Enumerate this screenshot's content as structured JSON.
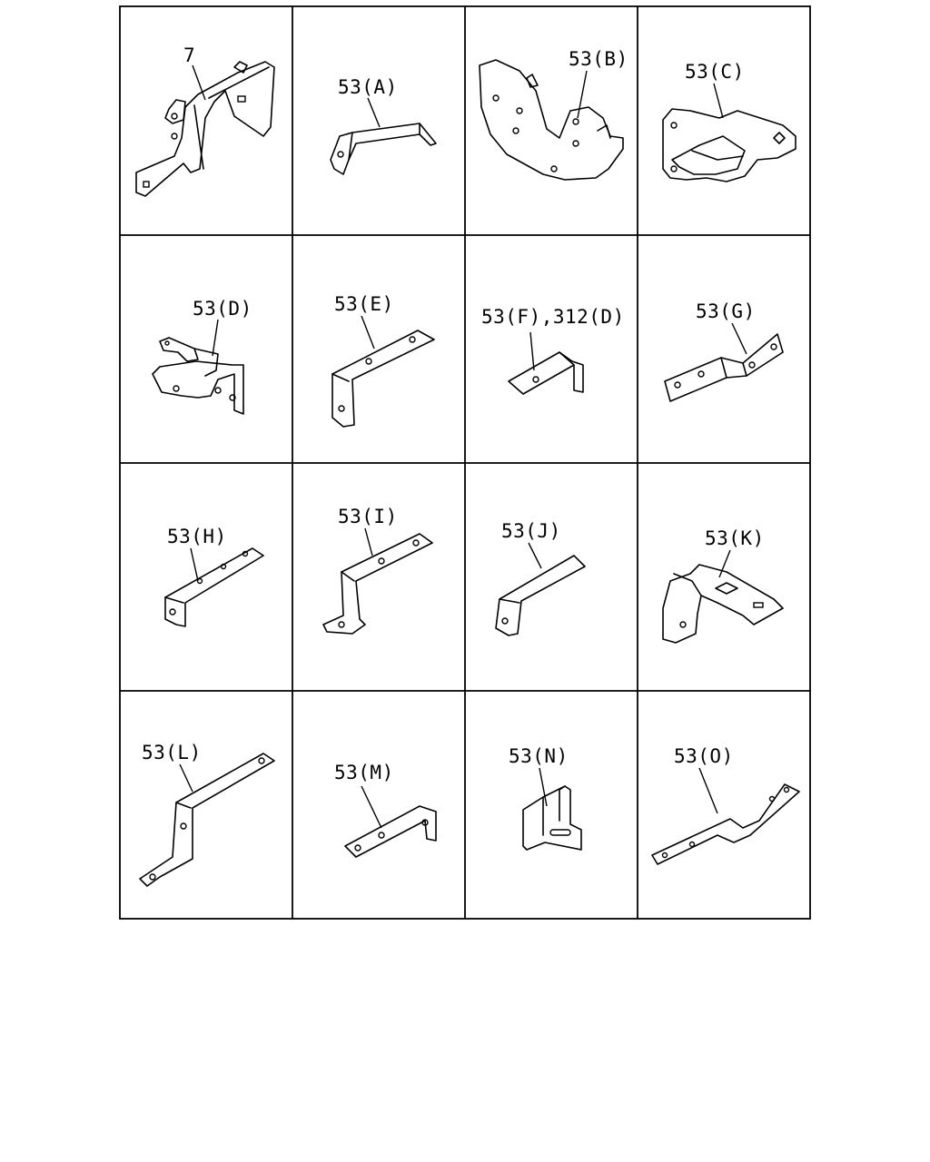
{
  "diagram": {
    "cells": [
      {
        "id": "7",
        "label": "7"
      },
      {
        "id": "53A",
        "label": "53(A)"
      },
      {
        "id": "53B",
        "label": "53(B)"
      },
      {
        "id": "53C",
        "label": "53(C)"
      },
      {
        "id": "53D",
        "label": "53(D)"
      },
      {
        "id": "53E",
        "label": "53(E)"
      },
      {
        "id": "53F",
        "label": "53(F),312(D)"
      },
      {
        "id": "53G",
        "label": "53(G)"
      },
      {
        "id": "53H",
        "label": "53(H)"
      },
      {
        "id": "53I",
        "label": "53(I)"
      },
      {
        "id": "53J",
        "label": "53(J)"
      },
      {
        "id": "53K",
        "label": "53(K)"
      },
      {
        "id": "53L",
        "label": "53(L)"
      },
      {
        "id": "53M",
        "label": "53(M)"
      },
      {
        "id": "53N",
        "label": "53(N)"
      },
      {
        "id": "53O",
        "label": "53(O)"
      }
    ]
  }
}
